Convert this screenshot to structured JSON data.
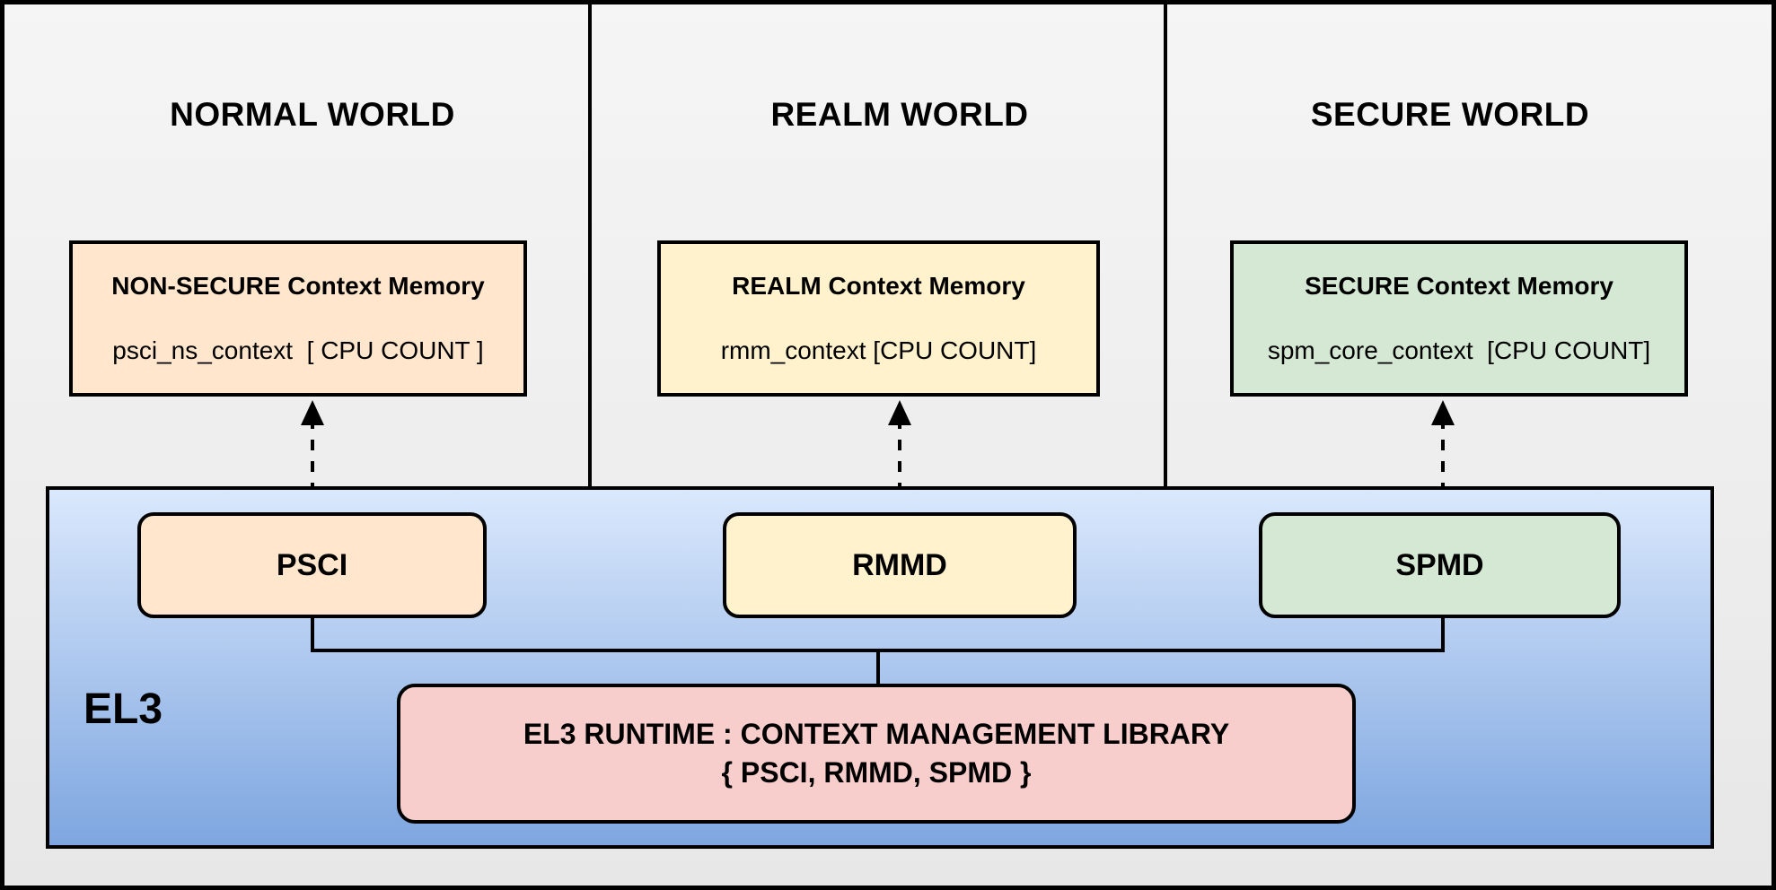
{
  "diagram": {
    "worlds": [
      {
        "title": "NORMAL WORLD"
      },
      {
        "title": "REALM WORLD"
      },
      {
        "title": "SECURE WORLD"
      }
    ],
    "memories": [
      {
        "title": "NON-SECURE Context Memory",
        "value": "psci_ns_context  [ CPU COUNT ]"
      },
      {
        "title": "REALM Context Memory",
        "value": "rmm_context [CPU COUNT]"
      },
      {
        "title": "SECURE Context Memory",
        "value": "spm_core_context  [CPU COUNT]"
      }
    ],
    "dispatchers": [
      {
        "label": "PSCI"
      },
      {
        "label": "RMMD"
      },
      {
        "label": "SPMD"
      }
    ],
    "el3_label": "EL3",
    "runtime": {
      "line1": "EL3 RUNTIME : CONTEXT MANAGEMENT LIBRARY",
      "line2": "{ PSCI, RMMD, SPMD }"
    },
    "colors": {
      "peach": "#FFE6CC",
      "yellow": "#FFF2CC",
      "green": "#D5E8D4",
      "pink": "#F8CECC",
      "blue_top": "#DAE8FC",
      "blue_bottom": "#7EA6E0",
      "bg_top": "#F5F5F5",
      "bg_bottom": "#E7E7E7",
      "line": "#000000"
    }
  }
}
